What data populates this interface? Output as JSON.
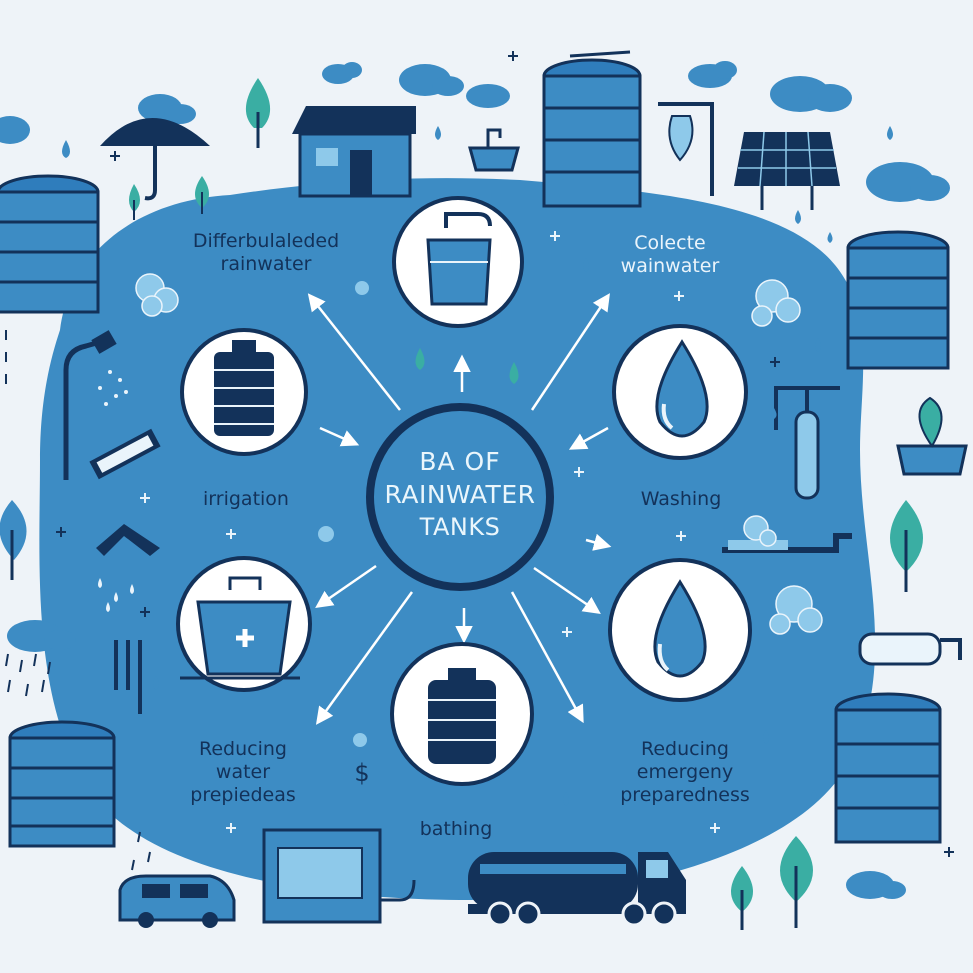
{
  "center": {
    "line1": "BA OF",
    "line2": "RAINWATER",
    "line3": "TANKS"
  },
  "labels": {
    "top_left": [
      "Differbulaleded",
      "rainwater"
    ],
    "top_right": [
      "Colecte",
      "wainwater"
    ],
    "mid_left": "irrigation",
    "mid_right": "Washing",
    "bottom_left": [
      "Reducing",
      "water",
      "prepiedeas"
    ],
    "bottom_right": [
      "Reducing",
      "emergeny",
      "preparedness"
    ],
    "bottom_center": "bathing"
  },
  "symbols": {
    "dollar": "$"
  },
  "colors": {
    "background": "#eef3f8",
    "blob": "#3d8cc4",
    "dark": "#13325a",
    "mid": "#2f7dbc",
    "light": "#8ec9ea",
    "circle_fill": "#ffffff"
  }
}
